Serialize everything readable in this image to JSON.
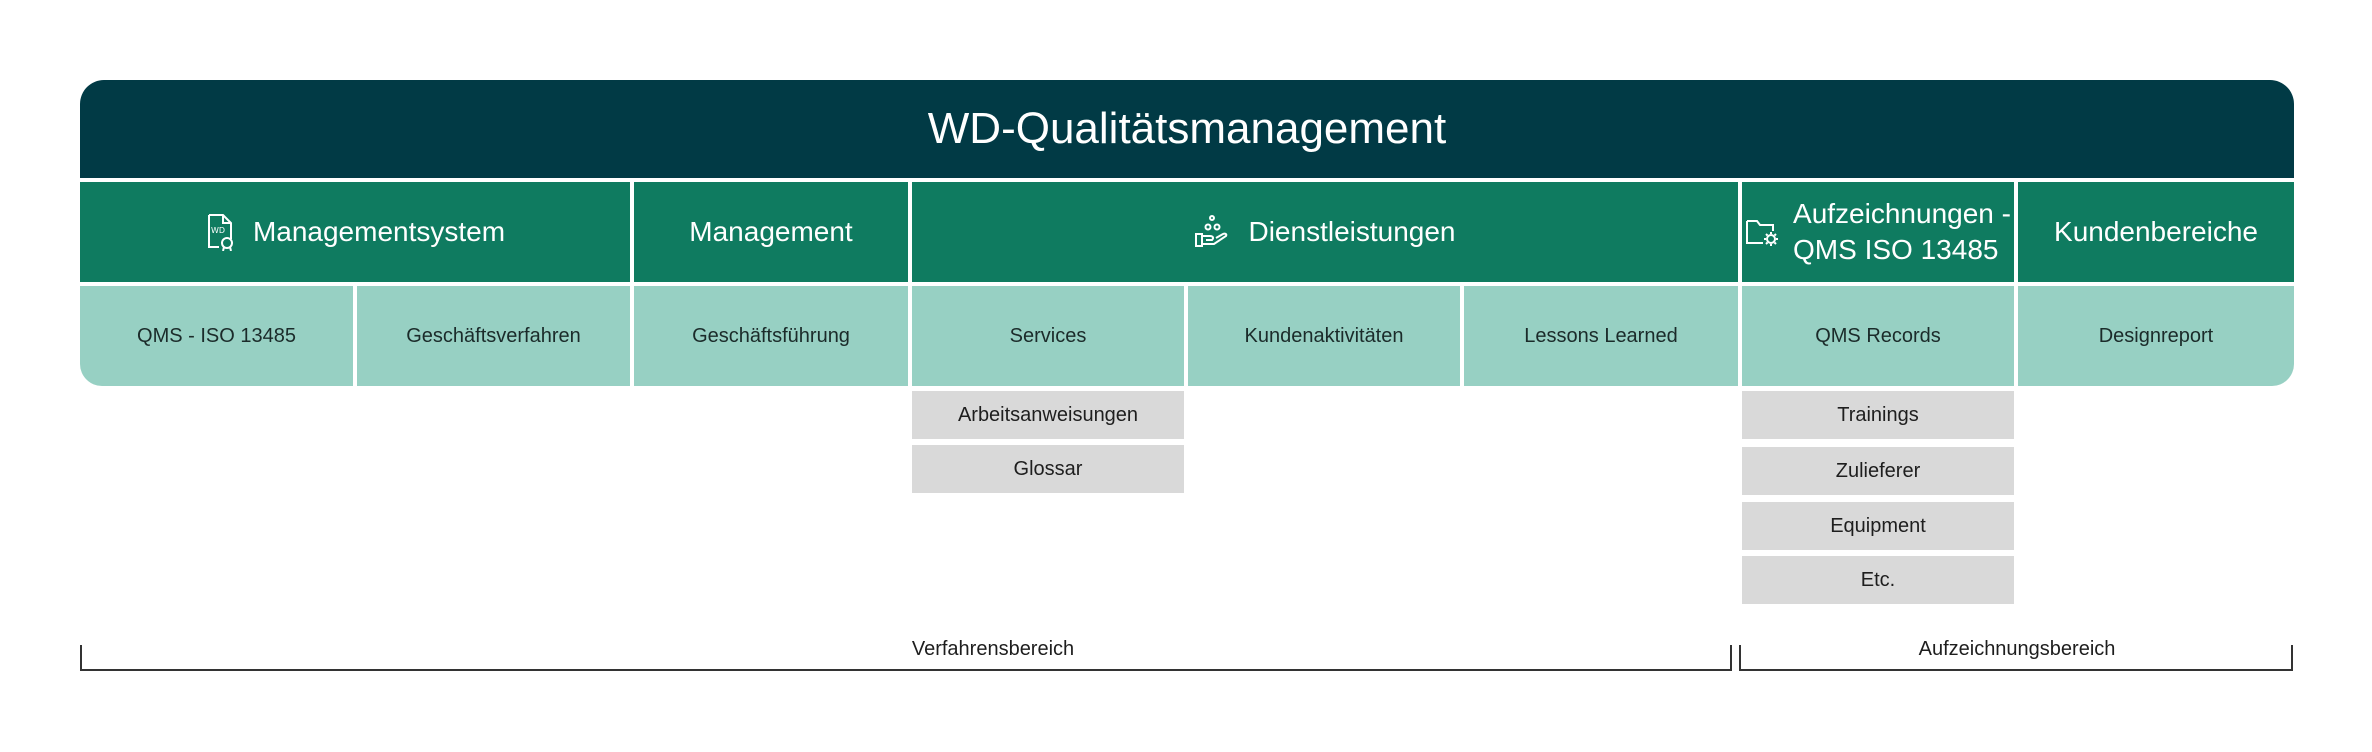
{
  "title": "WD-Qualitätsmanagement",
  "categories": [
    {
      "label": "Managementsystem",
      "icon": "document-badge-icon"
    },
    {
      "label": "Management",
      "icon": ""
    },
    {
      "label": "Dienstleistungen",
      "icon": "hand-service-icon"
    },
    {
      "label_line1": "Aufzeichnungen -",
      "label_line2": "QMS ISO 13485",
      "icon": "folder-gear-icon"
    },
    {
      "label": "Kundenbereiche",
      "icon": ""
    }
  ],
  "subcategories": [
    "QMS -  ISO 13485",
    "Geschäftsverfahren",
    "Geschäftsführung",
    "Services",
    "Kundenaktivitäten",
    "Lessons Learned",
    "QMS Records",
    "Designreport"
  ],
  "services_children": [
    "Arbeitsanweisungen",
    "Glossar"
  ],
  "records_children": [
    "Trainings",
    "Zulieferer",
    "Equipment",
    "Etc."
  ],
  "regions": {
    "procedures": "Verfahrensbereich",
    "records": "Aufzeichnungsbereich"
  },
  "colors": {
    "title_bg": "#013a45",
    "category_bg": "#0f7b60",
    "subcategory_bg": "#97d0c3",
    "child_bg": "#d9d9d9"
  }
}
